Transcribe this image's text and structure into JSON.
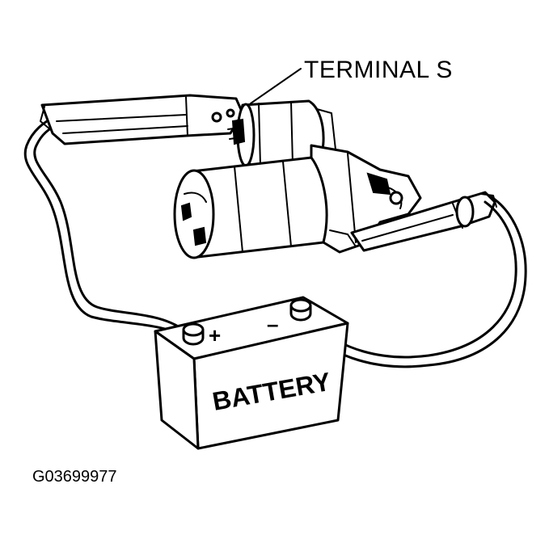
{
  "labels": {
    "terminal": "TERMINAL S",
    "battery": "BATTERY",
    "figure_id": "G03699977",
    "positive": "+",
    "negative": "–"
  },
  "colors": {
    "ink": "#000000",
    "paper": "#ffffff"
  }
}
